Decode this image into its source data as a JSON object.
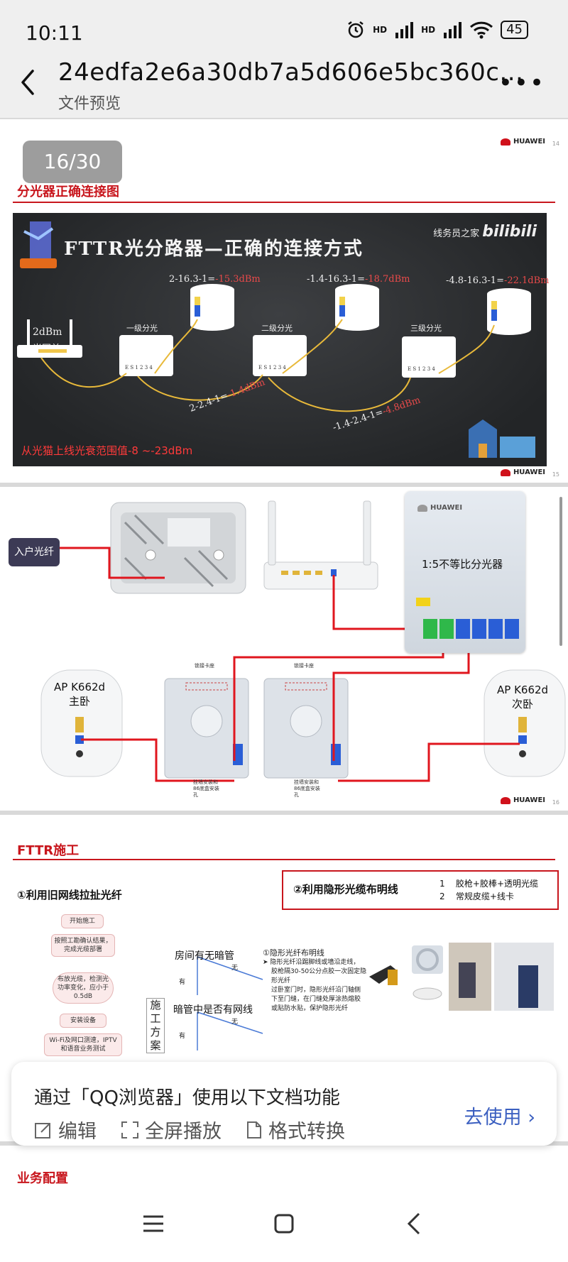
{
  "status": {
    "time": "10:11",
    "battery": "45",
    "hd1": "HD",
    "hd2": "HD"
  },
  "header": {
    "title": "24edfa2e6a30db7a5d606e5bc360c...",
    "subtitle": "文件预览"
  },
  "pager": {
    "current": "16/30"
  },
  "slide1": {
    "heading": "分光器正确连接图",
    "brand": "HUAWEI",
    "page_top": "14",
    "page_bottom": "15",
    "board": {
      "title": "FTTR光分路器—正确的连接方式",
      "channel": "线务员之家",
      "bili": "bilibili",
      "gateway_power": "2dBm",
      "gateway_label": "光网关",
      "level1": "一级分光",
      "level2": "二级分光",
      "level3": "三级分光",
      "eq1_a": "2-16.3-1=",
      "eq1_b": "-15.3dBm",
      "eq2_a": "-1.4-16.3-1=",
      "eq2_b": "-18.7dBm",
      "eq3_a": "-4.8-16.3-1=",
      "eq3_b": "-22.1dBm",
      "eq4_a": "2-2.4-1=",
      "eq4_b": "-1.4dBm",
      "eq5_a": "-1.4-2.4-1=",
      "eq5_b": "-4.8dBm",
      "ports": "E S 1 2 3 4",
      "note": "从光猫上线光衰范围值-8 ~-23dBm"
    }
  },
  "slide2": {
    "fiber_in": "入户光纤",
    "splitter": "1:5不等比分光器",
    "brand": "HUAWEI",
    "page": "16",
    "ap_left_1": "AP K662d",
    "ap_left_2": "主卧",
    "ap_right_1": "AP K662d",
    "ap_right_2": "次卧",
    "clip": "锁接卡座",
    "mount_1": "挂墙安装和",
    "mount_2": "86底盒安装",
    "mount_3": "孔"
  },
  "slide3": {
    "heading": "FTTR施工",
    "sec1": "①利用旧网线拉扯光纤",
    "sec2": "②利用隐形光缆布明线",
    "sec2_item1_num": "1",
    "sec2_item1": "胶枪+胶棒+透明光缆",
    "sec2_item2_num": "2",
    "sec2_item2": "常规皮缆+线卡",
    "flow": [
      "开始施工",
      "按照工勘确认结果，完成光缆部署",
      "布放光缆，检测光功率变化，应小于0.5dB",
      "安装设备",
      "Wi-Fi及网口测速，IPTV和语音业务测试"
    ],
    "q1": "房间有无暗管",
    "q2": "暗管中是否有网线",
    "yes": "有",
    "no": "无",
    "plan_vertical": [
      "施",
      "工",
      "方",
      "案"
    ],
    "stealth_title": "①隐形光纤布明线",
    "stealth_lines": [
      "➤ 隐形光纤沿踢脚线或墙沿走线，",
      "胶枪隔30-50公分点胶一次固定隐",
      "形光纤",
      "过卧室门时，隐形光纤沿门轴侧",
      "下至门缝，在门缝处厚涂热熔胶",
      "或贴防水贴，保护隐形光纤"
    ]
  },
  "slide4": {
    "heading": "业务配置"
  },
  "popup": {
    "title": "通过「QQ浏览器」使用以下文档功能",
    "edit": "编辑",
    "fullscreen": "全屏播放",
    "convert": "格式转换",
    "go": "去使用"
  },
  "icons": [
    "alarm-icon",
    "signal-icon",
    "wifi-icon",
    "back-arrow-icon",
    "more-icon",
    "edit-icon",
    "fullscreen-icon",
    "document-icon",
    "chevron-right-icon",
    "menu-icon",
    "home-icon",
    "nav-back-icon"
  ],
  "colors": {
    "accent_red": "#c8161d",
    "link_blue": "#3b5fc0",
    "board_bg": "#2b2d30",
    "fiber_red": "#e0161e"
  }
}
